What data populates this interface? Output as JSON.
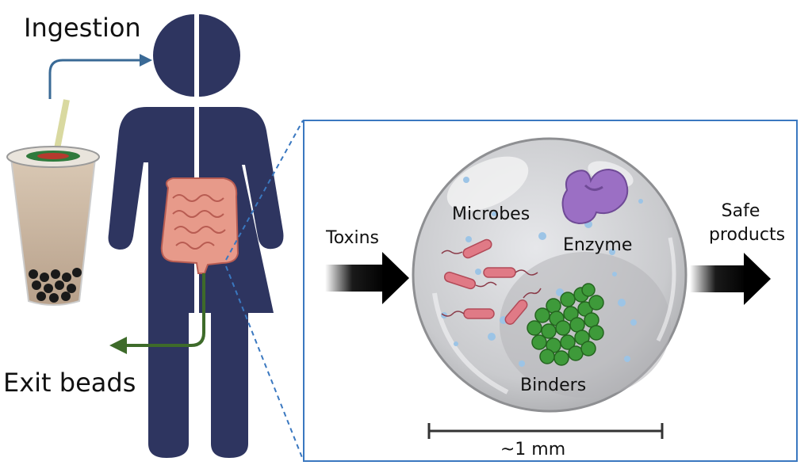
{
  "labels": {
    "ingestion": "Ingestion",
    "exit_beads": "Exit beads",
    "toxins": "Toxins",
    "microbes": "Microbes",
    "enzyme": "Enzyme",
    "binders": "Binders",
    "safe_products_line1": "Safe",
    "safe_products_line2": "products",
    "scale": "~1 mm"
  },
  "icons": [
    "boba-tea-cup-icon",
    "human-figure-icon",
    "intestine-icon",
    "bead-sphere-icon",
    "enzyme-icon",
    "bacteria-icon",
    "binder-cluster-icon"
  ],
  "colors": {
    "figure": "#2e3560",
    "ingestion_arrow": "#3a6a96",
    "exit_arrow": "#3e6b2a",
    "panel_border": "#3a78c0",
    "microbes": "#e07a86",
    "enzyme": "#9b6fc4",
    "binders": "#3e9a3a"
  }
}
